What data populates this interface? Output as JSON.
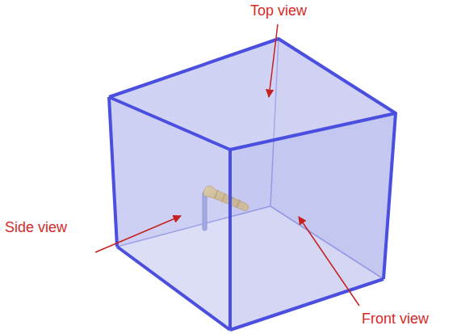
{
  "diagram": {
    "labels": [
      "Top view",
      "Side view",
      "Front view"
    ]
  }
}
